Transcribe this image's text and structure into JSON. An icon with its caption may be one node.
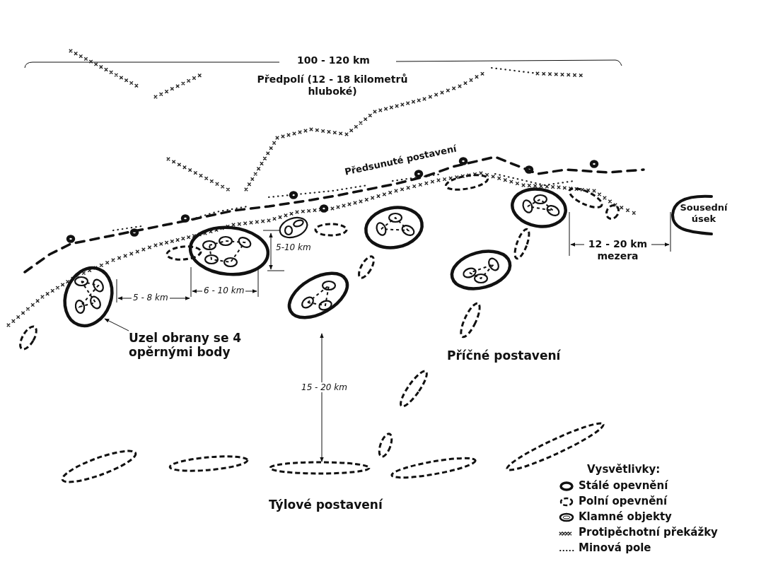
{
  "diagram": {
    "nodes": [
      {
        "text": [
          "Uzel obrany se 4 opěrnými body"
        ]
      },
      {
        "text": [],
        "shape": "blob"
      },
      {
        "text": [
          "Sousední úsek"
        ]
      }
    ],
    "edges": [
      {
        "from": 0,
        "to": 1,
        "arrow": "to"
      }
    ],
    "labels": [
      "100 - 120 km",
      "Předpolí (12 - 18 kilometrů hluboké)",
      "Předsunuté postavení",
      "5-10 km",
      "5 - 8 km",
      "6 - 10 km",
      "12 - 20 km mezera",
      "15 - 20 km",
      "Příčné postavení",
      "Týlové postavení",
      "Vysvětlivky:"
    ],
    "legend": [
      {
        "text": "Stálé opevnění"
      },
      {
        "text": "Polní opevnění"
      },
      {
        "text": "Klamné objekty"
      },
      {
        "text": "Protipěchotní překážky"
      },
      {
        "text": "Minová pole"
      }
    ]
  }
}
